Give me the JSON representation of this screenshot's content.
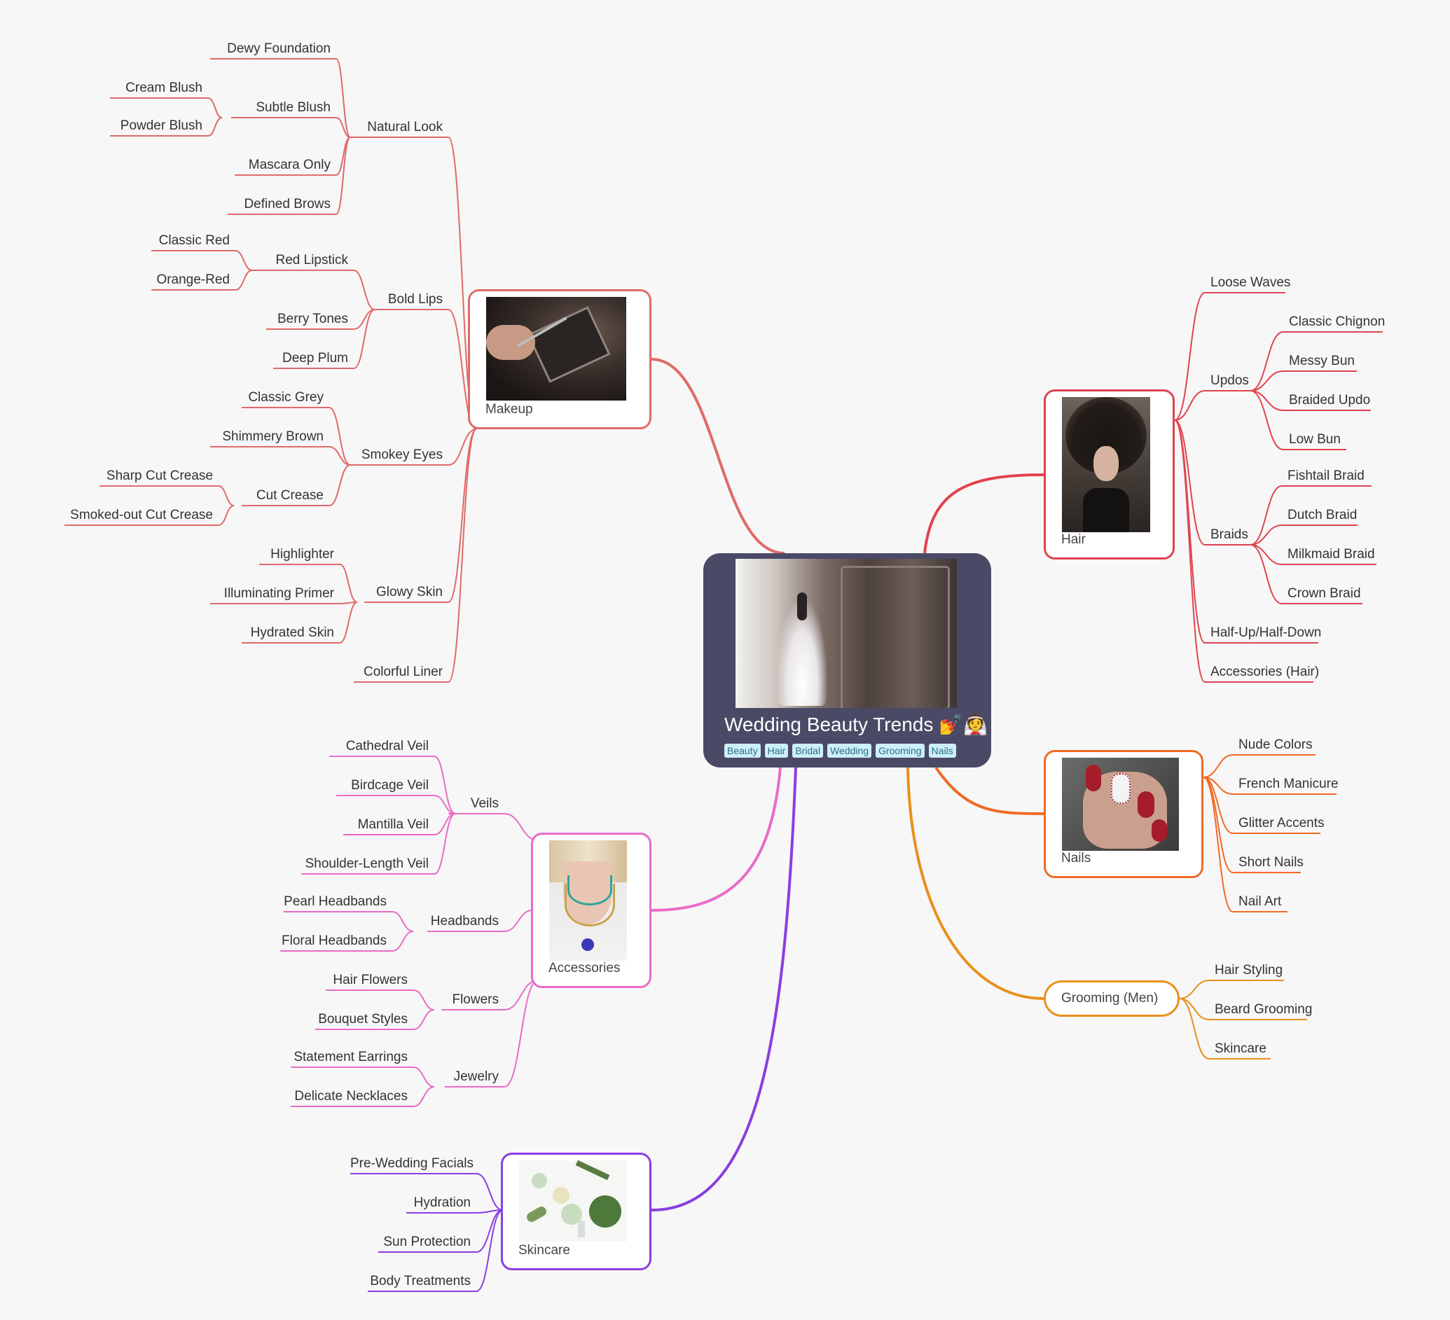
{
  "root": {
    "title": "Wedding Beauty Trends 💅👰",
    "tags": [
      "Beauty",
      "Hair",
      "Bridal",
      "Wedding",
      "Grooming",
      "Nails"
    ],
    "image_icon": "bride-by-window-photo"
  },
  "branches": {
    "makeup": {
      "label": "Makeup",
      "color": "#e06a6a",
      "image_icon": "makeup-brush-palette-photo"
    },
    "hair": {
      "label": "Hair",
      "color": "#e0434f",
      "image_icon": "flowing-hair-photo"
    },
    "nails": {
      "label": "Nails",
      "color": "#f06a25",
      "image_icon": "red-nails-photo"
    },
    "grooming": {
      "label": "Grooming (Men)",
      "color": "#e8901c"
    },
    "accessories": {
      "label": "Accessories",
      "color": "#e86cc6",
      "image_icon": "necklaces-photo"
    },
    "skincare": {
      "label": "Skincare",
      "color": "#8a3ee0",
      "image_icon": "skincare-products-photo"
    }
  },
  "leaves": {
    "natural_look": "Natural Look",
    "dewy_foundation": "Dewy Foundation",
    "subtle_blush": "Subtle Blush",
    "cream_blush": "Cream Blush",
    "powder_blush": "Powder Blush",
    "mascara_only": "Mascara Only",
    "defined_brows": "Defined Brows",
    "bold_lips": "Bold Lips",
    "red_lipstick": "Red Lipstick",
    "classic_red": "Classic Red",
    "orange_red": "Orange-Red",
    "berry_tones": "Berry Tones",
    "deep_plum": "Deep Plum",
    "smokey_eyes": "Smokey Eyes",
    "classic_grey": "Classic Grey",
    "shimmery_brown": "Shimmery Brown",
    "cut_crease": "Cut Crease",
    "sharp_cut_crease": "Sharp Cut Crease",
    "smoked_out_cut_crease": "Smoked-out Cut Crease",
    "glowy_skin": "Glowy Skin",
    "highlighter": "Highlighter",
    "illuminating_primer": "Illuminating Primer",
    "hydrated_skin": "Hydrated Skin",
    "colorful_liner": "Colorful Liner",
    "loose_waves": "Loose Waves",
    "updos": "Updos",
    "classic_chignon": "Classic Chignon",
    "messy_bun": "Messy Bun",
    "braided_updo": "Braided Updo",
    "low_bun": "Low Bun",
    "braids": "Braids",
    "fishtail_braid": "Fishtail Braid",
    "dutch_braid": "Dutch Braid",
    "milkmaid_braid": "Milkmaid Braid",
    "crown_braid": "Crown Braid",
    "half_up": "Half-Up/Half-Down",
    "accessories_hair": "Accessories (Hair)",
    "nude_colors": "Nude Colors",
    "french_manicure": "French Manicure",
    "glitter_accents": "Glitter Accents",
    "short_nails": "Short Nails",
    "nail_art": "Nail Art",
    "hair_styling": "Hair Styling",
    "beard_grooming": "Beard Grooming",
    "skincare_men": "Skincare",
    "veils": "Veils",
    "cathedral_veil": "Cathedral Veil",
    "birdcage_veil": "Birdcage Veil",
    "mantilla_veil": "Mantilla Veil",
    "shoulder_veil": "Shoulder-Length Veil",
    "headbands": "Headbands",
    "pearl_headbands": "Pearl Headbands",
    "floral_headbands": "Floral Headbands",
    "flowers": "Flowers",
    "hair_flowers": "Hair Flowers",
    "bouquet_styles": "Bouquet Styles",
    "jewelry": "Jewelry",
    "statement_earrings": "Statement Earrings",
    "delicate_necklaces": "Delicate Necklaces",
    "pre_wedding_facials": "Pre-Wedding Facials",
    "hydration": "Hydration",
    "sun_protection": "Sun Protection",
    "body_treatments": "Body Treatments"
  }
}
